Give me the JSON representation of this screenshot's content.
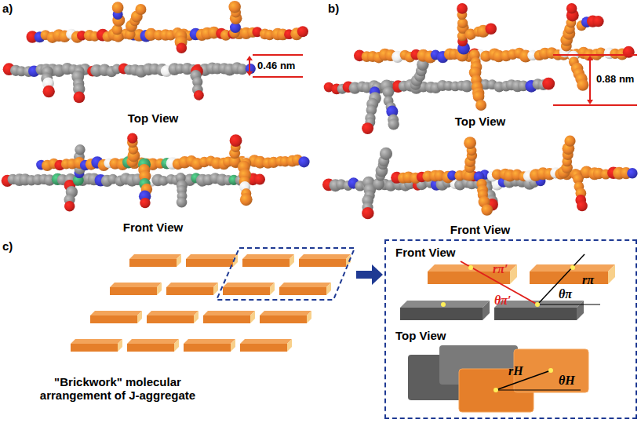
{
  "diagram": {
    "nodes": [
      {
        "text": [
          "Front View",
          "Top View"
        ]
      }
    ],
    "labels": [
      "a)",
      "b)",
      "0.46 nm",
      "Top View",
      "Front View",
      "0.88 nm",
      "Top View",
      "Front View",
      "c)",
      "\"Brickwork\" molecular arrangement of J-aggregate",
      "rπ′",
      "θπ′",
      "rπ",
      "θπ",
      "rH",
      "θH"
    ]
  }
}
